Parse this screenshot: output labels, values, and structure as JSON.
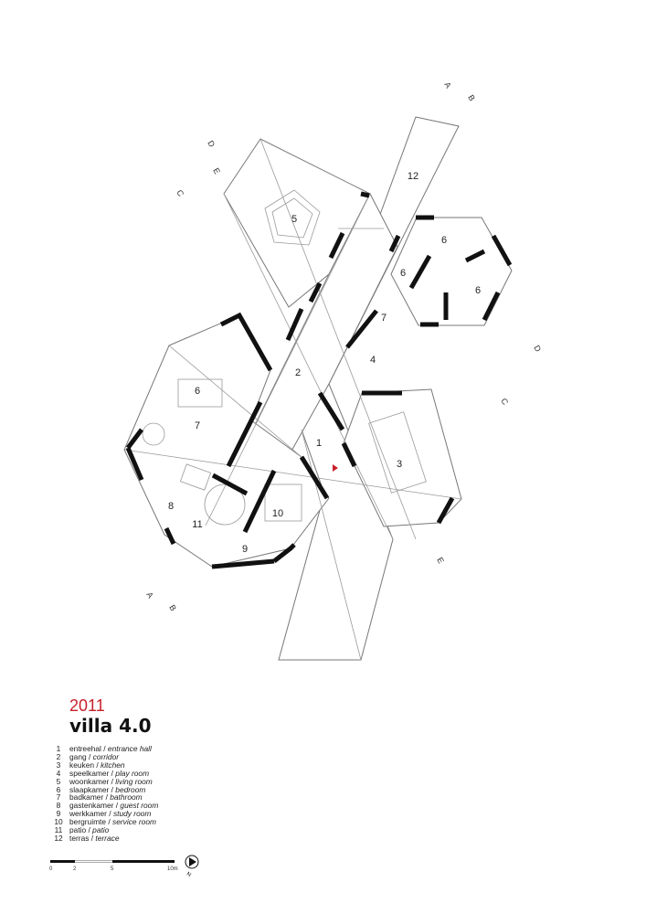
{
  "project": {
    "year": "2011",
    "title": "villa 4.0"
  },
  "legend": [
    {
      "num": "1",
      "nl": "entreehal",
      "en": "entrance hall"
    },
    {
      "num": "2",
      "nl": "gang",
      "en": "corridor"
    },
    {
      "num": "3",
      "nl": "keuken",
      "en": "kitchen"
    },
    {
      "num": "4",
      "nl": "speelkamer",
      "en": "play room"
    },
    {
      "num": "5",
      "nl": "woonkamer",
      "en": "living room"
    },
    {
      "num": "6",
      "nl": "slaapkamer",
      "en": "bedroom"
    },
    {
      "num": "7",
      "nl": "badkamer",
      "en": "bathroom"
    },
    {
      "num": "8",
      "nl": "gastenkamer",
      "en": "guest room"
    },
    {
      "num": "9",
      "nl": "werkkamer",
      "en": "study room"
    },
    {
      "num": "10",
      "nl": "bergruimte",
      "en": "service room"
    },
    {
      "num": "11",
      "nl": "patio",
      "en": "patio"
    },
    {
      "num": "12",
      "nl": "terras",
      "en": "terrace"
    }
  ],
  "room_labels": {
    "r12": "12",
    "r5": "5",
    "r6a": "6",
    "r6b": "6",
    "r6c": "6",
    "r6d": "6",
    "r7a": "7",
    "r7b": "7",
    "r4": "4",
    "r2": "2",
    "r1": "1",
    "r3": "3",
    "r8": "8",
    "r11": "11",
    "r10": "10",
    "r9": "9"
  },
  "section_marks": {
    "A": "A",
    "B": "B",
    "C": "C",
    "D": "D",
    "E": "E"
  },
  "scale": {
    "ticks": [
      "0",
      "2",
      "5",
      "10m"
    ],
    "north": "N"
  },
  "colors": {
    "accent": "#c8202a",
    "wall": "#111111"
  }
}
